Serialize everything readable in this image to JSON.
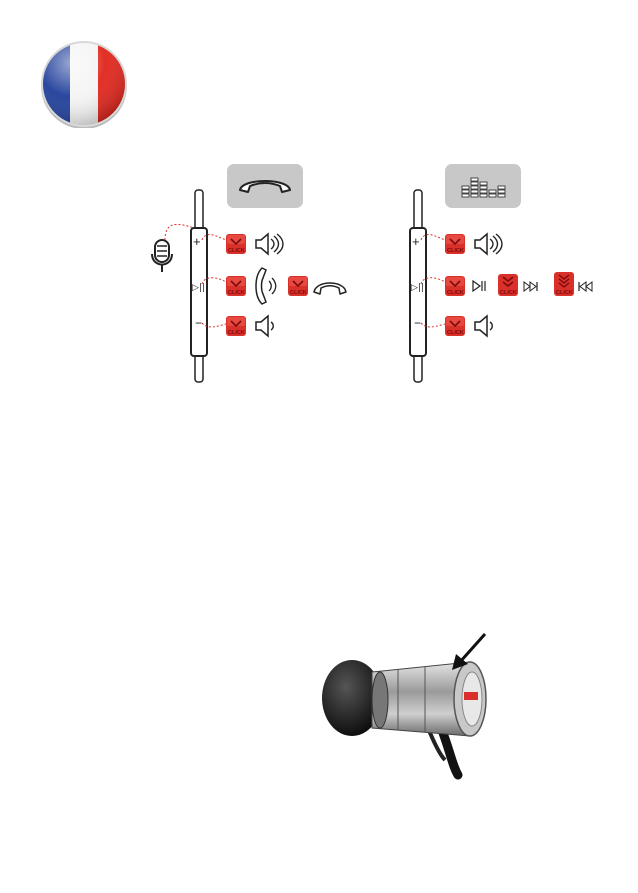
{
  "page": {
    "flag": {
      "country": "France",
      "colors": [
        "#1f3e9a",
        "#ffffff",
        "#e1251b"
      ]
    },
    "accent_color": "#d9302a",
    "panel_color": "#c8c8c8"
  },
  "call_controls": {
    "header_icon": "phone-handset-icon",
    "click_label": "CLICK",
    "plus_symbol": "+",
    "minus_symbol": "−",
    "play_symbol": "▷||",
    "rows": [
      {
        "button": "plus",
        "action": "volume-up-icon"
      },
      {
        "button": "play",
        "action": "answer-call-icon",
        "secondary": "hang-up-icon"
      },
      {
        "button": "minus",
        "action": "volume-down-icon"
      }
    ],
    "mic_icon": "microphone-icon"
  },
  "music_controls": {
    "header_icon": "equalizer-icon",
    "click_label": "CLICK",
    "plus_symbol": "+",
    "minus_symbol": "−",
    "play_symbol": "▷||",
    "rows": [
      {
        "button": "plus",
        "action": "volume-up-icon"
      },
      {
        "button": "play",
        "action": "play-pause-icon",
        "double": "next-track-icon",
        "triple": "previous-track-icon"
      },
      {
        "button": "minus",
        "action": "volume-down-icon"
      }
    ]
  },
  "earphone": {
    "icon": "earphone-photo",
    "pointer": "arrow-icon"
  }
}
